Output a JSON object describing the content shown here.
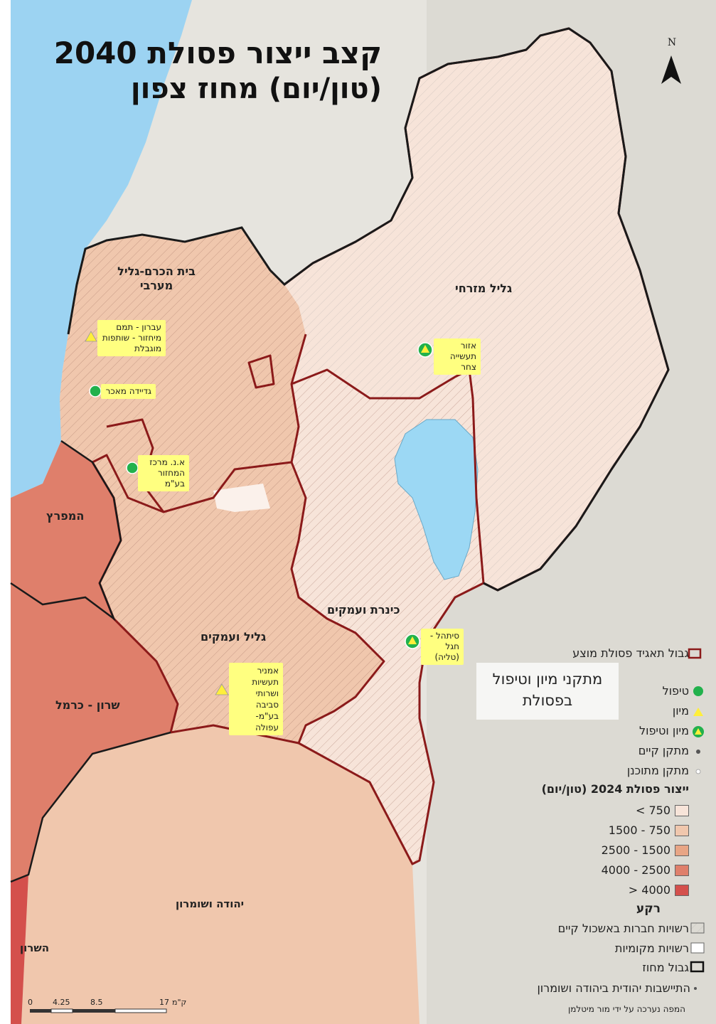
{
  "title": {
    "line1": "קצב ייצור פסולת 2040",
    "line2": "(טון/יום) מחוז צפון"
  },
  "north_arrow": {
    "label": "N"
  },
  "regions": {
    "beit_hakerem": "בית הכרם-גליל מערבי",
    "galil_mizrahi": "גליל מזרחי",
    "kinneret": "כינרת ועמקים",
    "galil_amakim": "גליל ועמקים",
    "hamifratz": "המפרץ",
    "sharon_carmel": "שרון - כרמל",
    "yehuda_shomron": "יהודה ושומרון",
    "hasharon": "השרון"
  },
  "facilities": [
    {
      "label": "עברון - תמם מיחזור - שותפות מוגבלת",
      "type": "sorting"
    },
    {
      "label": "גדיידה מאכר",
      "type": "treatment"
    },
    {
      "label": "א.נ. מרכז המחזור בע\"מ",
      "type": "treatment"
    },
    {
      "label": "אזור תעשייה צחר",
      "type": "sorting-treatment"
    },
    {
      "label": "סיתהל - חגל (טליה)",
      "type": "sorting-treatment"
    },
    {
      "label": "אמניר תעשיות ושרותי סביבה בע\"מ- עפולה",
      "type": "sorting"
    }
  ],
  "legend": {
    "cluster_boundary": "גבול תאגיד פסולת מוצע",
    "facilities_title": "מתקני מיון וטיפול בפסולת",
    "treatment": "טיפול",
    "sorting": "מיון",
    "sorting_treatment": "מיון וטיפול",
    "existing": "מתקן קיים",
    "planned": "מתקן מתוכנן",
    "production_title": "ייצור פסולת 2024 (טון/יום)",
    "classes": [
      {
        "label": "< 750",
        "color": "#f7e4d9"
      },
      {
        "label": "1500 - 750",
        "color": "#f0c7ad"
      },
      {
        "label": "2500 - 1500",
        "color": "#e8a585"
      },
      {
        "label": "4000 - 2500",
        "color": "#df7f6b"
      },
      {
        "label": "> 4000",
        "color": "#d4504c"
      }
    ],
    "background_title": "רקע",
    "cluster_members": "רשויות חברות באשכול קיים",
    "local_authorities": "רשויות מקומיות",
    "district_boundary": "גבול מחוז",
    "ys_settlements": "התיישבות יהודית ביהודה ושומרון"
  },
  "scale": {
    "unit": "ק\"מ",
    "ticks": [
      "0",
      "4.25",
      "8.5",
      "17"
    ]
  },
  "credit": "המפה נערכה על ידי מור מיטלמן",
  "colors": {
    "sea": "#9cd3f2",
    "lake": "#9cd8f4",
    "boundary": "#8b1a1a",
    "district": "#1a1a1a",
    "facility_green": "#22b14c",
    "facility_yellow": "#ffef3a"
  }
}
